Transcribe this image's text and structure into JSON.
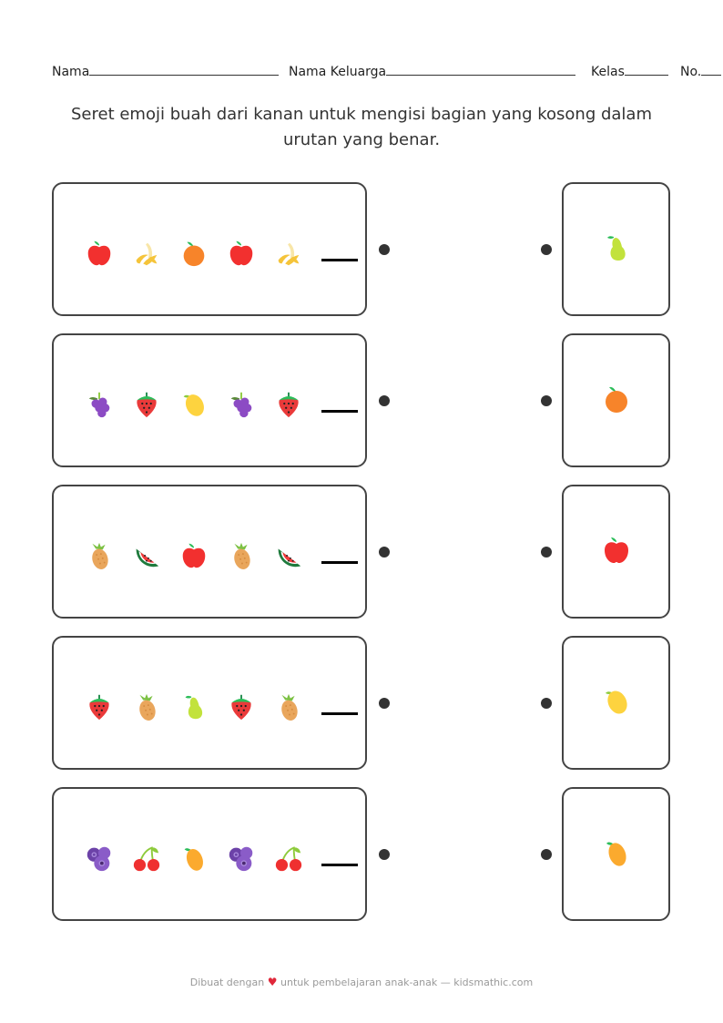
{
  "header": {
    "name_label": "Nama",
    "family_label": "Nama Keluarga",
    "class_label": "Kelas",
    "number_label": "No."
  },
  "instructions": "Seret emoji buah dari kanan untuk mengisi bagian yang kosong dalam urutan yang benar.",
  "rows": [
    {
      "sequence": [
        "apple",
        "banana",
        "orange",
        "apple",
        "banana"
      ],
      "blank": "____",
      "choice": "pear"
    },
    {
      "sequence": [
        "grapes",
        "strawberry",
        "lemon",
        "grapes",
        "strawberry"
      ],
      "blank": "____",
      "choice": "orange"
    },
    {
      "sequence": [
        "pineapple",
        "watermelon",
        "apple",
        "pineapple",
        "watermelon"
      ],
      "blank": "____",
      "choice": "apple"
    },
    {
      "sequence": [
        "strawberry",
        "pineapple",
        "pear",
        "strawberry",
        "pineapple"
      ],
      "blank": "____",
      "choice": "lemon"
    },
    {
      "sequence": [
        "blueberries",
        "cherries",
        "mango",
        "blueberries",
        "cherries"
      ],
      "blank": "____",
      "choice": "mango"
    }
  ],
  "colors": {
    "apple": "#f2302f",
    "orange": "#f7842a",
    "banana": "#f5c43a",
    "pear": "#c2e23c",
    "lemon": "#fdd33f",
    "grapes": "#8c4bc4",
    "strawberry": "#ea3a3a",
    "pineapple": "#e9a65c",
    "watermelon": "#f03a3a",
    "blueberries": "#8a5cc8",
    "cherries": "#ef3030",
    "mango": "#fbaa2e",
    "leaf": "#2cbd5a"
  },
  "footer": {
    "prefix": "Dibuat dengan",
    "heart": "♥",
    "suffix": "untuk pembelajaran anak-anak — kidsmathic.com"
  }
}
